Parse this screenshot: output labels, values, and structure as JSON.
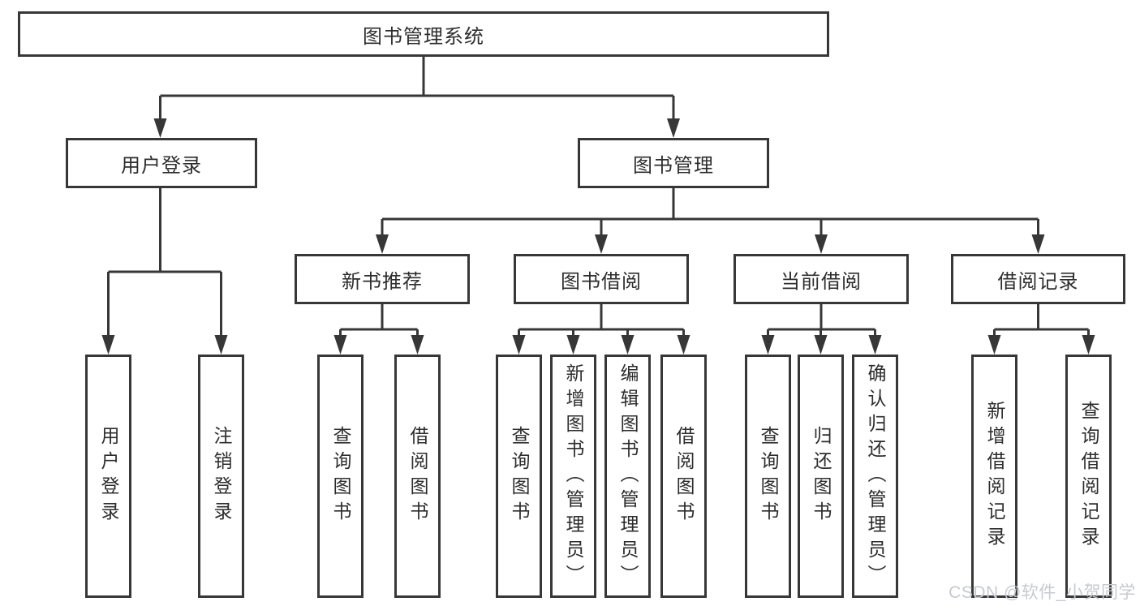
{
  "diagram": {
    "title": "图书管理系统",
    "level2": [
      {
        "label": "用户登录"
      },
      {
        "label": "图书管理"
      }
    ],
    "level3": [
      {
        "label": "新书推荐",
        "parent": "图书管理"
      },
      {
        "label": "图书借阅",
        "parent": "图书管理"
      },
      {
        "label": "当前借阅",
        "parent": "图书管理"
      },
      {
        "label": "借阅记录",
        "parent": "图书管理"
      }
    ],
    "leaves": [
      {
        "label": "用户登录",
        "parent": "用户登录"
      },
      {
        "label": "注销登录",
        "parent": "用户登录"
      },
      {
        "label": "查询图书",
        "parent": "新书推荐"
      },
      {
        "label": "借阅图书",
        "parent": "新书推荐"
      },
      {
        "label": "查询图书",
        "parent": "图书借阅"
      },
      {
        "label": "新增图书（管理员）",
        "parent": "图书借阅"
      },
      {
        "label": "编辑图书（管理员）",
        "parent": "图书借阅"
      },
      {
        "label": "借阅图书",
        "parent": "图书借阅"
      },
      {
        "label": "查询图书",
        "parent": "当前借阅"
      },
      {
        "label": "归还图书",
        "parent": "当前借阅"
      },
      {
        "label": "确认归还（管理员）",
        "parent": "当前借阅"
      },
      {
        "label": "新增借阅记录",
        "parent": "借阅记录"
      },
      {
        "label": "查询借阅记录",
        "parent": "借阅记录"
      }
    ],
    "colors": {
      "line": "#373737",
      "box_border": "#373737",
      "box_fill": "#ffffff",
      "text": "#2d2d2d",
      "background": "#ffffff",
      "watermark": "#c7cad0"
    }
  },
  "watermark": {
    "text": "CSDN @软件_小贺同学"
  }
}
